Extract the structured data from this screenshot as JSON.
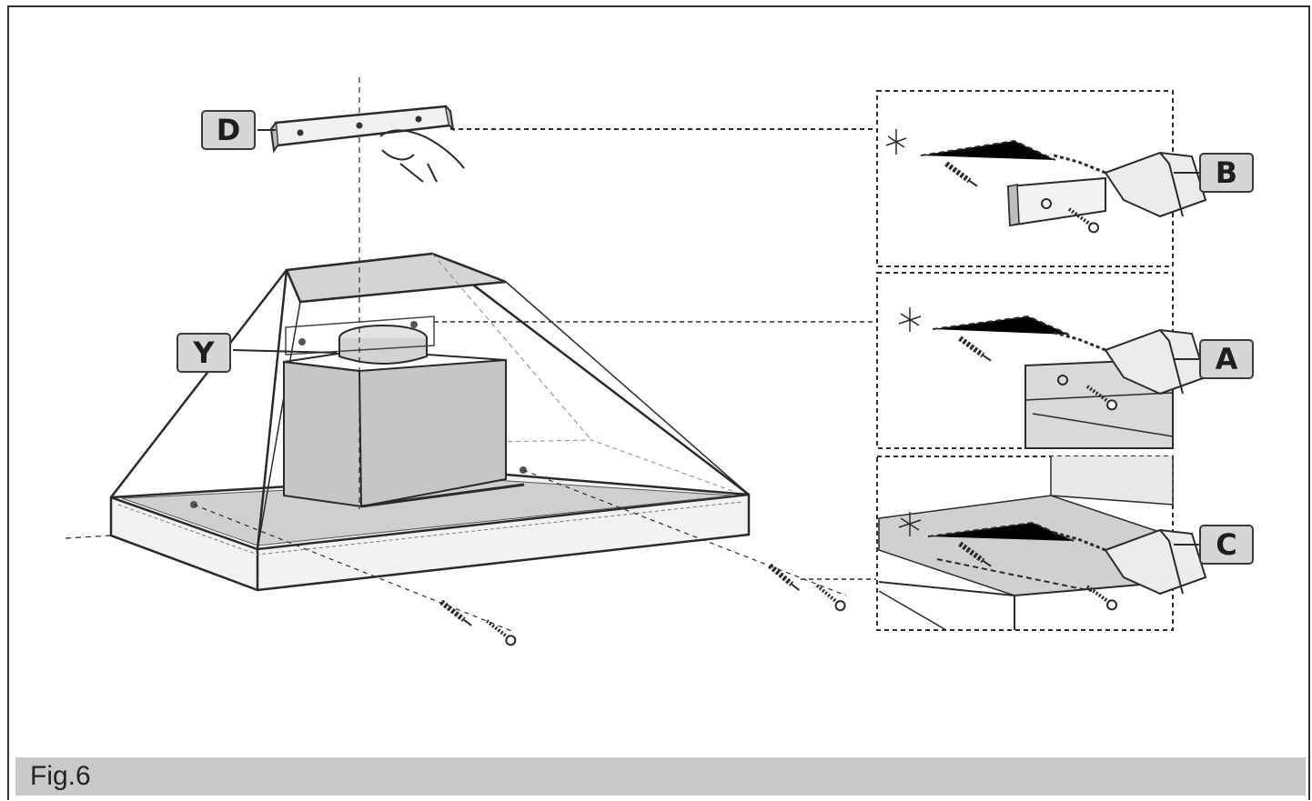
{
  "figure": {
    "caption": "Fig.6",
    "callouts": {
      "D": "D",
      "Y": "Y",
      "B": "B",
      "A": "A",
      "C": "C"
    }
  },
  "colors": {
    "line": "#2a2a2a",
    "panel_fill": "#cfcfcf",
    "light_fill": "#e6e6e6",
    "label_bg": "#d6d6d6",
    "caption_bg": "#c9c9c9"
  }
}
